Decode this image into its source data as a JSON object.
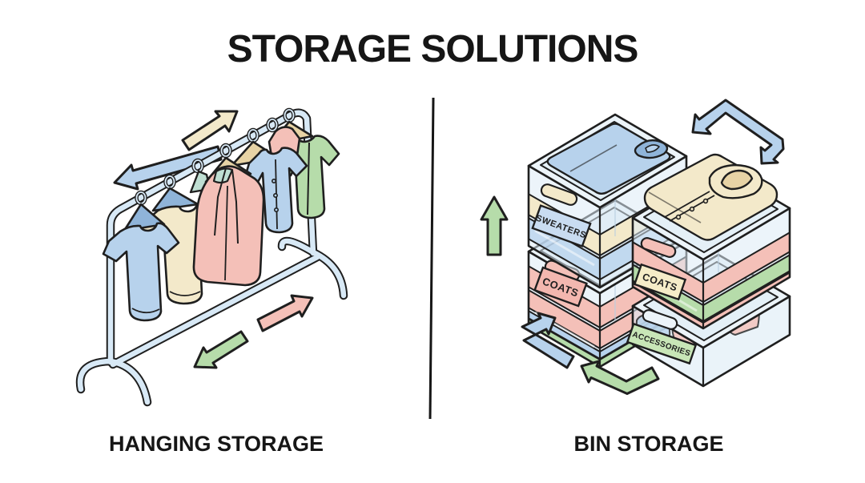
{
  "title": "STORAGE SOLUTIONS",
  "sections": {
    "left": {
      "caption": "HANGING STORAGE",
      "items": [
        "t-shirt-blue",
        "t-shirt-cream",
        "top-teal",
        "coat-pink",
        "shirt-blue",
        "top-pink",
        "jacket-green"
      ],
      "arrows": [
        "yellow-up-right",
        "blue-down-left",
        "red-up-right",
        "green-down-left"
      ]
    },
    "right": {
      "caption": "BIN STORAGE",
      "arrows": [
        "green-up",
        "blue-double-bent",
        "blue-bent-up-right",
        "green-bent-up-left"
      ]
    }
  },
  "bins": [
    {
      "label": "SWEATERS",
      "plate_color": "#c9dcf1",
      "contents": "folded sweaters, blue t-shirt on top"
    },
    {
      "label": "COATS",
      "plate_color": "#f3b7af",
      "contents": "folded red coats"
    },
    {
      "label": "COATS",
      "plate_color": "#f5ecc8",
      "contents": "folded clothes, cream shirt on top"
    },
    {
      "label": "ACCESSORIES",
      "plate_color": "#c8e6b7",
      "contents": "bags and accessories"
    }
  ],
  "palette": {
    "ink": "#1f1f1f",
    "tube": "#d8e9f6",
    "glass": "#dcebf5",
    "rim": "#ecf4f9",
    "blue": "#b7d2ec",
    "blue_deep": "#8fb4d9",
    "cream": "#f3e9ca",
    "cream_deep": "#e7d3a5",
    "red": "#f4c0b8",
    "red_deep": "#eda89f",
    "green": "#b6dcaa",
    "green_deep": "#9ccb8c",
    "teal": "#bfdfd3",
    "label_blue": "#c9dcf1",
    "label_red": "#f3b7af",
    "label_yellow": "#f5ecc8",
    "label_green": "#c8e6b7",
    "paper": "#ffffff",
    "divider": "#161616",
    "text": "#161616"
  }
}
